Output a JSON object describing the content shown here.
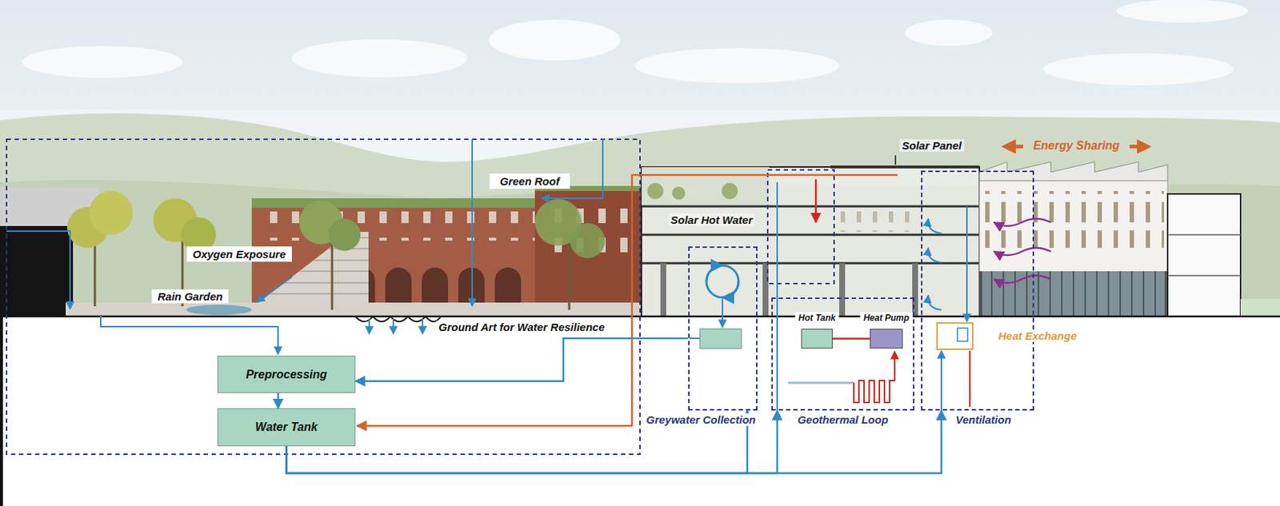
{
  "diagram": {
    "nodes": [
      {
        "text": [
          "Preprocessing"
        ]
      },
      {
        "text": [
          "Water Tank"
        ]
      },
      {
        "text": [
          "Greywater Collection"
        ]
      },
      {
        "text": [
          "Geothermal Loop"
        ]
      },
      {
        "text": [
          "Hot Tank"
        ],
        "in": 3
      },
      {
        "text": [
          "Heat Pump"
        ],
        "in": 3
      },
      {
        "text": [
          "Ventilation"
        ]
      }
    ],
    "edges": [
      {
        "from": 0,
        "to": 1,
        "arrow": "to"
      },
      {
        "from": 2,
        "to": 0,
        "arrow": "to"
      },
      {
        "from": 1,
        "to": 2,
        "arrow": "to"
      },
      {
        "from": 1,
        "to": 3,
        "arrow": "to"
      },
      {
        "from": 1,
        "to": 6,
        "arrow": "to"
      },
      {
        "from": 5,
        "to": 4,
        "arrow": "none"
      }
    ],
    "labels": [
      "Solar Panel",
      "Energy Sharing",
      "Green Roof",
      "Solar Hot Water",
      "Oxygen Exposure",
      "Rain Garden",
      "Ground Art for Water Resilience",
      "Heat Exchange"
    ]
  }
}
